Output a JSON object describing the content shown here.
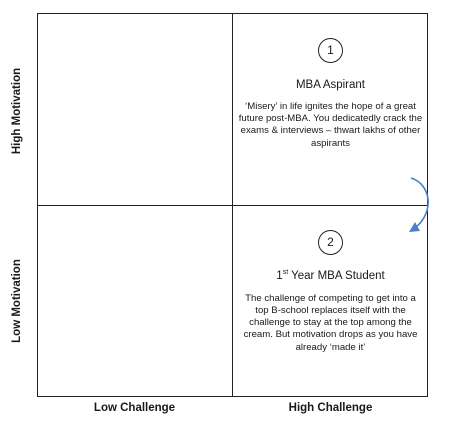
{
  "axes": {
    "y_high": "High Motivation",
    "y_low": "Low Motivation",
    "x_low": "Low Challenge",
    "x_high": "High Challenge"
  },
  "quadrants": {
    "top_right": {
      "number": "1",
      "title": "MBA Aspirant",
      "description": "‘Misery’ in life ignites the hope of a great future post-MBA. You dedicatedly crack the  exams & interviews – thwart lakhs of other aspirants"
    },
    "bottom_right": {
      "number": "2",
      "title_prefix": "1",
      "title_sup": "st",
      "title_suffix": " Year MBA Student",
      "description": "The challenge of competing to get into a top B-school replaces itself with the challenge to stay at the top among the cream. But motivation drops as you have already ‘made it’"
    }
  },
  "colors": {
    "arrow": "#4a7ec7",
    "lines": "#222222"
  },
  "icons": {
    "transition": "curved-arrow-icon"
  }
}
